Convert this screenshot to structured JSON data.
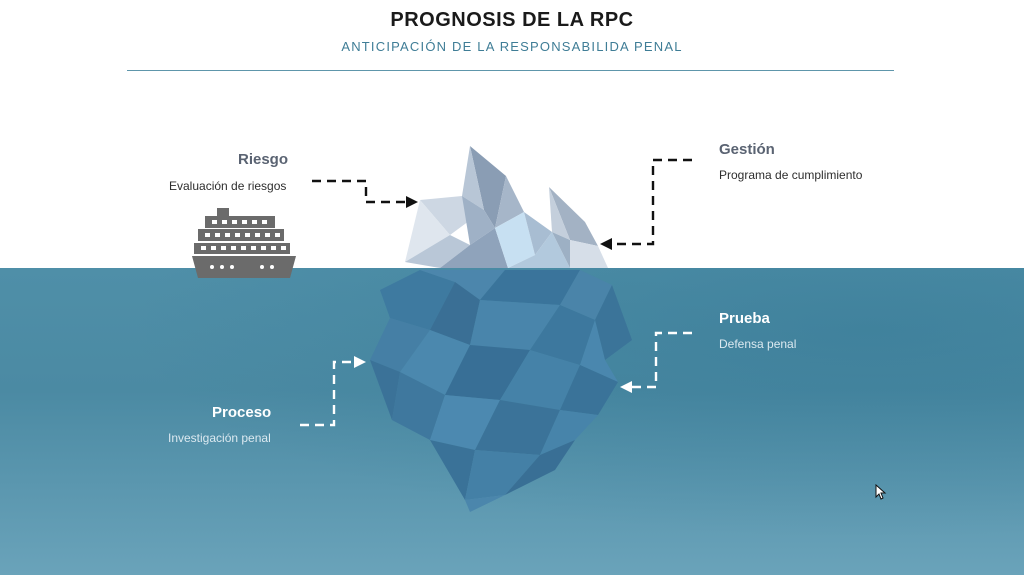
{
  "header": {
    "title": "PROGNOSIS DE LA RPC",
    "subtitle": "ANTICIPACIÓN DE LA RESPONSABILIDA PENAL"
  },
  "labels": {
    "riesgo": {
      "title": "Riesgo",
      "subtitle": "Evaluación de riesgos"
    },
    "gestion": {
      "title": "Gestión",
      "subtitle": "Programa de cumplimiento"
    },
    "prueba": {
      "title": "Prueba",
      "subtitle": "Defensa penal"
    },
    "proceso": {
      "title": "Proceso",
      "subtitle": "Investigación penal"
    }
  },
  "colors": {
    "sea": "#4f8fa8",
    "accent": "#3f7d96",
    "arrow_dark": "#111111",
    "arrow_light": "#ffffff",
    "ship": "#6b6b6b"
  },
  "icons": [
    "ship-icon",
    "iceberg-icon",
    "cursor-icon"
  ]
}
